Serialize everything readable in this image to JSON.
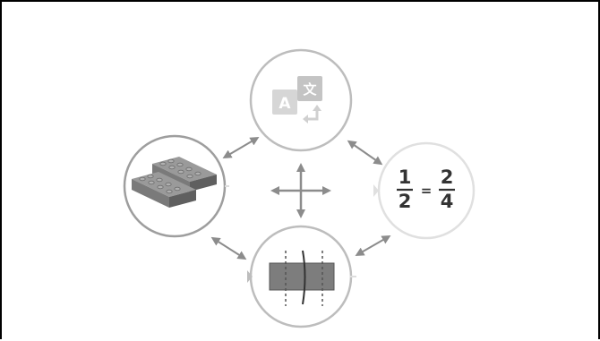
{
  "diagram": {
    "nodes": [
      {
        "id": "translation",
        "icon": "translation-icon"
      },
      {
        "id": "fractions",
        "icon": "fraction-equivalence-icon"
      },
      {
        "id": "measurement",
        "icon": "tape-measure-icon"
      },
      {
        "id": "bricks",
        "icon": "building-bricks-icon"
      }
    ],
    "center_icon": "move-arrows-icon",
    "fraction": {
      "left_num": "1",
      "left_den": "2",
      "equals": "=",
      "right_num": "2",
      "right_den": "4"
    },
    "translation_tiles": {
      "latin": "A",
      "cjk": "文"
    },
    "colors": {
      "circle_stroke": "#a6a6a6",
      "circle_stroke_faded": "#dcdcdc",
      "arrow": "#8c8c8c",
      "brick": "#7a7a7a",
      "tile": "#cfcfcf"
    }
  }
}
